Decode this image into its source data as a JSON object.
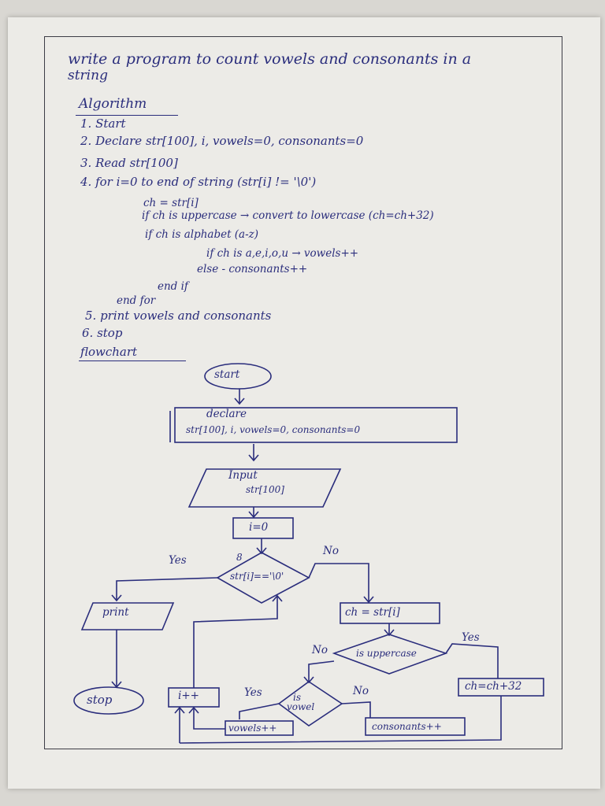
{
  "heading": {
    "line1": "write a program to count vowels and consonants in a",
    "line2": "string"
  },
  "algorithm": {
    "title": "Algorithm",
    "steps": [
      "1. Start",
      "2. Declare str[100], i, vowels=0, consonants=0",
      "3. Read str[100]",
      "4. for i=0 to end of string (str[i] != '\\0')",
      "ch = str[i]",
      "if ch is uppercase → convert to lowercase (ch=ch+32)",
      "if ch is alphabet (a-z)",
      "if ch is a,e,i,o,u → vowels++",
      "else - consonants++",
      "end if",
      "end for",
      "5. print vowels and consonants",
      "6. stop"
    ]
  },
  "flowchart": {
    "title": "flowchart",
    "start": "start",
    "declare_line1": "declare",
    "declare_line2": "str[100], i, vowels=0, consonants=0",
    "input_line1": "Input",
    "input_line2": "str[100]",
    "init": "i=0",
    "cond1": "str[i]=='\\0'",
    "cond1_yes": "Yes",
    "cond1_no": "No",
    "cond1_mark": "8",
    "print": "print",
    "stop": "stop",
    "assign_ch": "ch = str[i]",
    "cond2": "is uppercase",
    "cond2_yes": "Yes",
    "cond2_no": "No",
    "convert": "ch=ch+32",
    "cond3_line1": "is",
    "cond3_line2": "vowel",
    "cond3_yes": "Yes",
    "cond3_no": "No",
    "increment": "i++",
    "vowels_inc": "vowels++",
    "consonants_inc": "consonants++"
  }
}
